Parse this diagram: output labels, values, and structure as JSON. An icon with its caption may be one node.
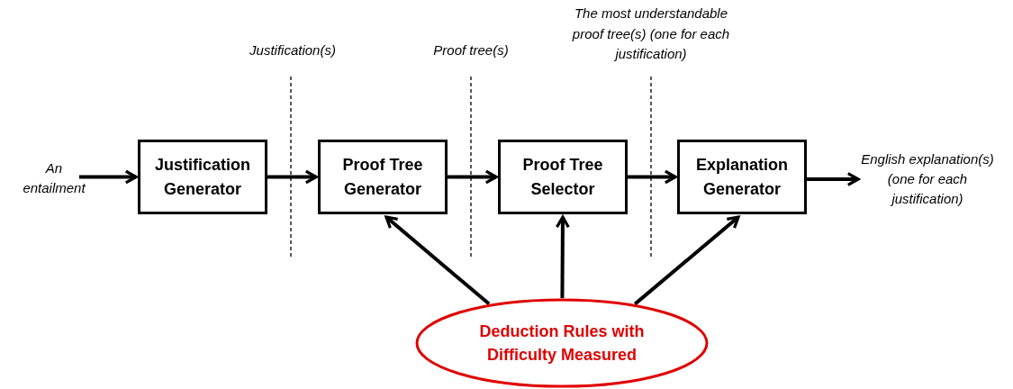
{
  "diagram": {
    "nodes": [
      {
        "text": [
          "An entailment"
        ]
      },
      {
        "text": [
          "Justification Generator"
        ]
      },
      {
        "text": [
          "Proof Tree Generator"
        ]
      },
      {
        "text": [
          "Proof Tree Selector"
        ]
      },
      {
        "text": [
          "Explanation Generator"
        ]
      },
      {
        "text": [
          "English explanation(s) (one for each justification)"
        ]
      },
      {
        "text": [
          "Deduction Rules with Difficulty Measured"
        ]
      }
    ],
    "edges": [
      {
        "from": 0,
        "to": 1,
        "arrow": "to"
      },
      {
        "from": 1,
        "to": 2,
        "arrow": "to"
      },
      {
        "from": 2,
        "to": 3,
        "arrow": "to"
      },
      {
        "from": 3,
        "to": 4,
        "arrow": "to"
      },
      {
        "from": 4,
        "to": 5,
        "arrow": "to"
      },
      {
        "from": 6,
        "to": 2,
        "arrow": "to"
      },
      {
        "from": 6,
        "to": 3,
        "arrow": "to"
      },
      {
        "from": 6,
        "to": 4,
        "arrow": "to"
      }
    ],
    "labels": [
      "Justification(s)",
      "Proof tree(s)",
      "The most understandable proof tree(s) (one for each justification)"
    ]
  }
}
